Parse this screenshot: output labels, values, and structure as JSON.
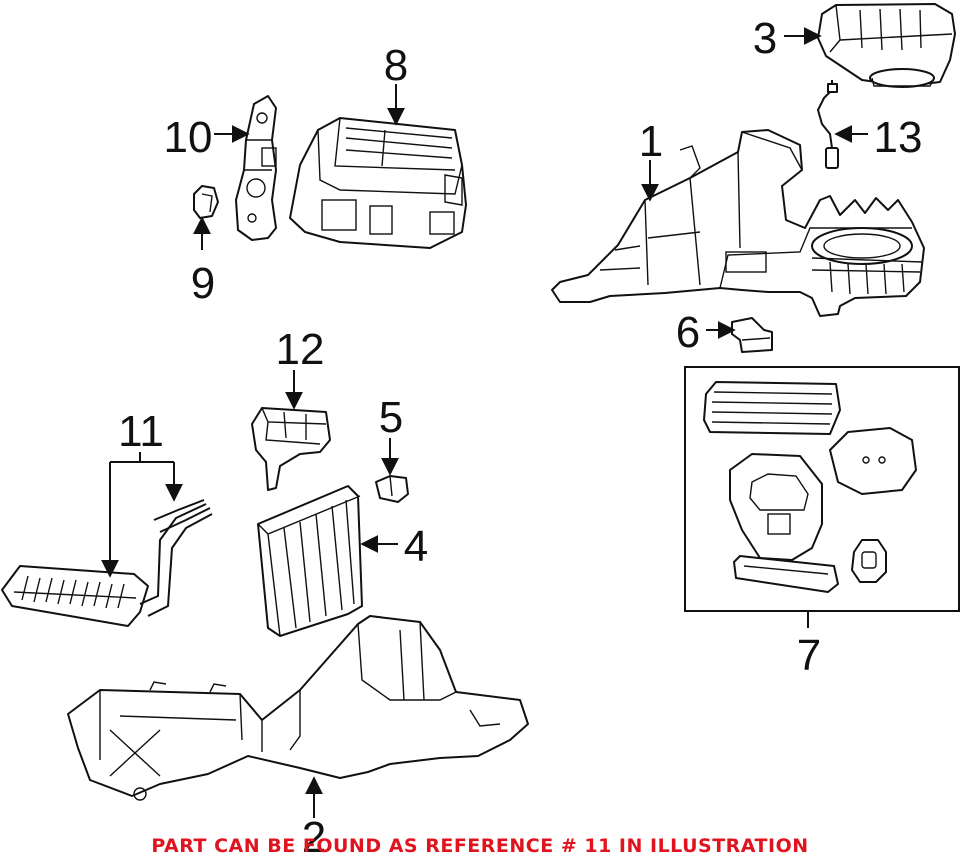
{
  "callouts": {
    "c1": "1",
    "c2": "2",
    "c3": "3",
    "c4": "4",
    "c5": "5",
    "c6": "6",
    "c7": "7",
    "c8": "8",
    "c9": "9",
    "c10": "10",
    "c11": "11",
    "c12": "12",
    "c13": "13"
  },
  "footer_note": "PART CAN BE FOUND AS REFERENCE # 11 IN ILLUSTRATION",
  "colors": {
    "line": "#111111",
    "note": "#e0141e",
    "background": "#ffffff"
  }
}
